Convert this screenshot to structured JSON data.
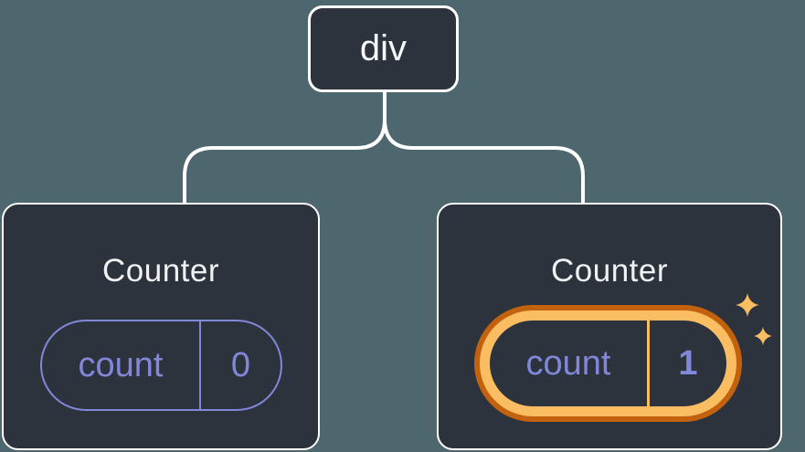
{
  "diagram": {
    "root": {
      "label": "div"
    },
    "children": [
      {
        "title": "Counter",
        "state": {
          "key": "count",
          "value": "0"
        },
        "highlighted": false
      },
      {
        "title": "Counter",
        "state": {
          "key": "count",
          "value": "1"
        },
        "highlighted": true
      }
    ]
  },
  "icons": {
    "sparkles": "four-point-star-sparkles"
  },
  "colors": {
    "background": "#4e666d",
    "node_background": "#2d333d",
    "node_border": "#ffffff",
    "connector": "#ffffff",
    "text_primary": "#f6f7f9",
    "state_accent_purple": "#8187d9",
    "highlight_orange_dark": "#c2610e",
    "highlight_orange_light": "#fabd62"
  }
}
